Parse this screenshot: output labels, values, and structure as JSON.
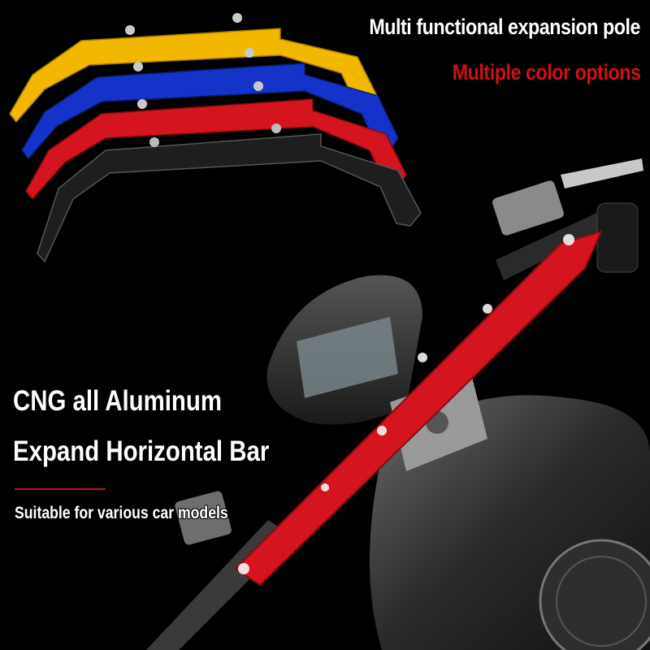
{
  "headline": "Multi functional expansion pole",
  "subline": "Multiple color options",
  "title_line1": "CNG all Aluminum",
  "title_line2": "Expand Horizontal Bar",
  "caption": "Suitable for various car models",
  "colors": {
    "gold": "#f2b800",
    "blue": "#1533c8",
    "red": "#d4141e",
    "black": "#1e1e1e",
    "accent_red": "#d21010"
  },
  "product_variants": [
    "gold",
    "blue",
    "red",
    "black"
  ],
  "photo_subject": "motorcycle-handlebar-with-red-expansion-bar"
}
